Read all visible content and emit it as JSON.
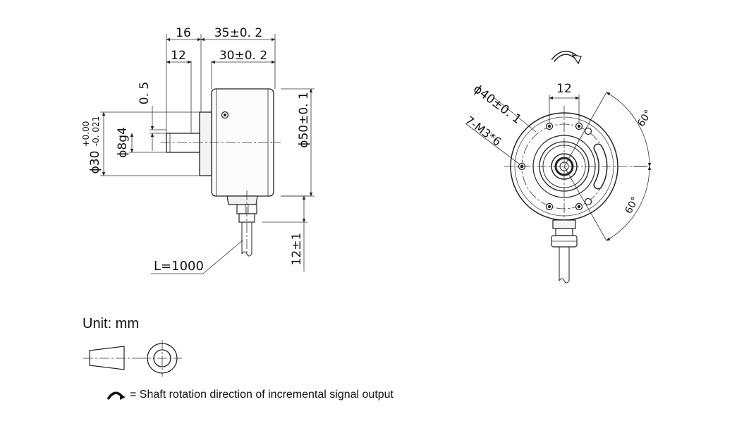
{
  "side_view": {
    "dim_16": "16",
    "dim_35": "35±0. 2",
    "dim_12": "12",
    "dim_30": "30±0. 2",
    "dim_05": "0. 5",
    "dim_phi50": "ϕ50±0. 1",
    "dim_phi8": "ϕ8g4",
    "dim_phi30_main": "ϕ30",
    "dim_phi30_upper": "+0.00",
    "dim_phi30_lower": "-0. 021",
    "dim_12pm1": "12±1",
    "cable_length": "L=1000"
  },
  "front_view": {
    "dim_12": "12",
    "dim_phi40": "ϕ40±0. 1",
    "dim_m3": "7-M3*6",
    "angle_top": "60°",
    "angle_bottom": "60°"
  },
  "unit_label": "Unit: mm",
  "legend_text": "= Shaft rotation direction of incremental signal output",
  "icons": [
    "rotation-arrow-icon",
    "taper-projection-symbol"
  ]
}
